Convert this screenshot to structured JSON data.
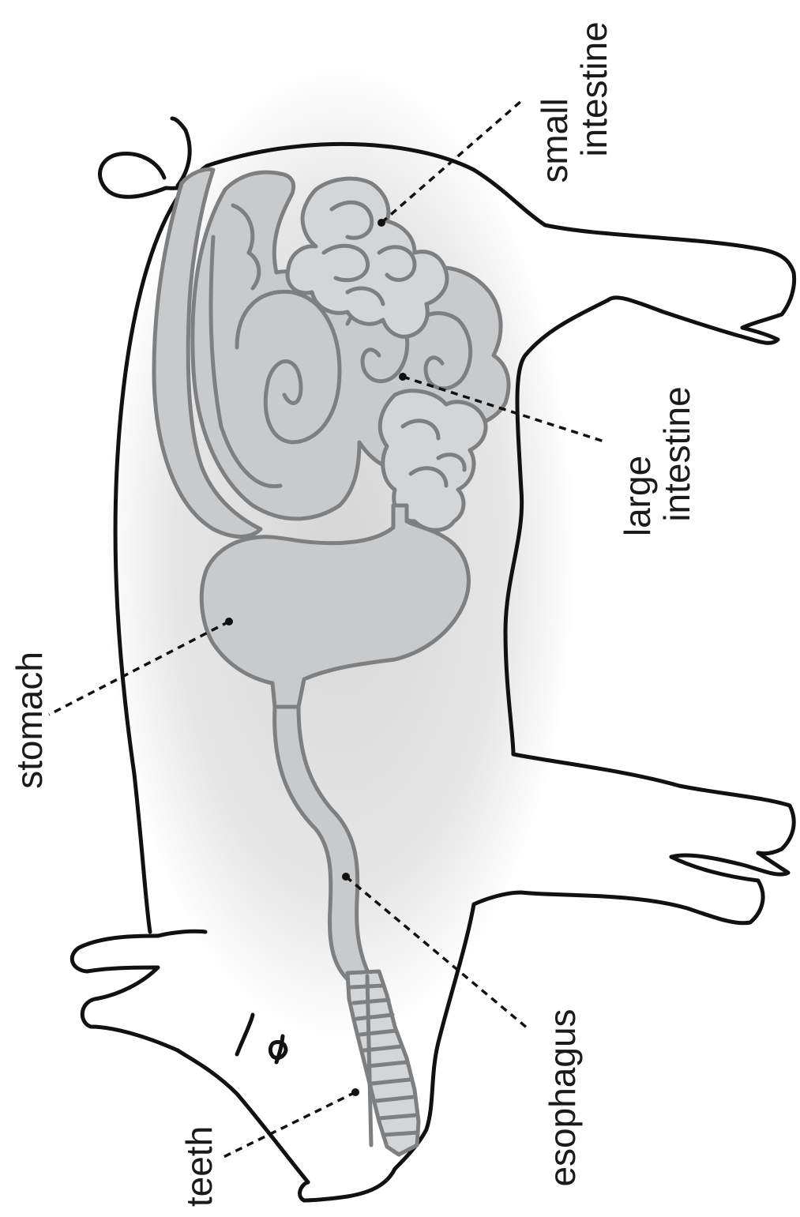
{
  "labels": {
    "small_intestine_line1": "small",
    "small_intestine_line2": "intestine",
    "large_intestine_line1": "large",
    "large_intestine_line2": "intestine",
    "stomach": "stomach",
    "esophagus": "esophagus",
    "teeth": "teeth"
  },
  "colors": {
    "outline": "#111111",
    "organ_fill": "#c9cacc",
    "organ_stroke": "#7e7f81",
    "shadow": "#d9d9d9"
  }
}
